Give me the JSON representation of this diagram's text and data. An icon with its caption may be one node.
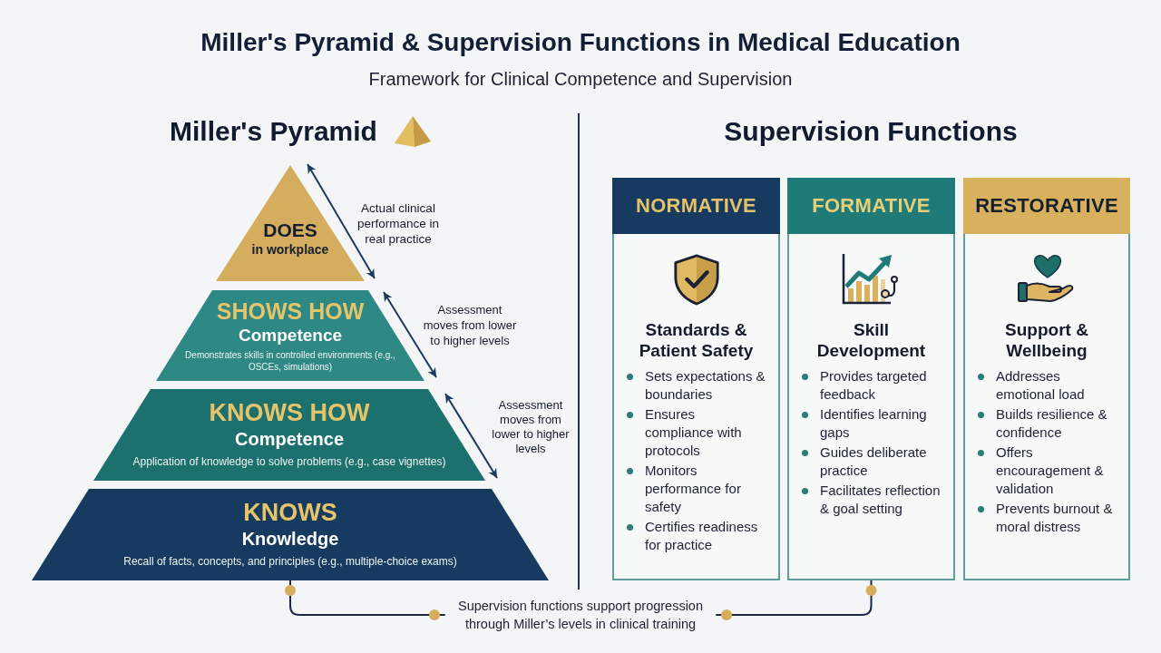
{
  "diagram": {
    "title": "Miller's Pyramid & Supervision Functions in Medical Education",
    "nodes": [
      {
        "text": [
          "DOES",
          "in workplace"
        ],
        "beside": [
          "Actual clinical performance in real practice"
        ]
      },
      {
        "text": [
          "SHOWS HOW",
          "Competence",
          "Demonstrates skills in controlled environments (e.g., OSCEs, simulations)"
        ],
        "beside": [
          "Assessment moves from lower to higher levels"
        ]
      },
      {
        "text": [
          "KNOWS HOW",
          "Competence",
          "Application of knowledge to solve problems (e.g., case vignettes)"
        ],
        "beside": [
          "Assessment moves from lower to higher levels"
        ]
      },
      {
        "text": [
          "KNOWS",
          "Knowledge",
          "Recall of facts, concepts, and principles (e.g., multiple-choice exams)"
        ]
      },
      {
        "text": [
          "NORMATIVE",
          "Standards & Patient Safety",
          "Sets expectations & boundaries",
          "Ensures compliance with protocols",
          "Monitors performance for safety",
          "Certifies readiness for practice"
        ]
      },
      {
        "text": [
          "FORMATIVE",
          "Skill Development",
          "Provides targeted feedback",
          "Identifies learning gaps",
          "Guides deliberate practice",
          "Facilitates reflection & goal setting"
        ]
      },
      {
        "text": [
          "RESTORATIVE",
          "Support & Wellbeing",
          "Addresses emotional load",
          "Builds resilience & confidence",
          "Offers encouragement & validation",
          "Prevents burnout & moral distress"
        ]
      },
      {
        "text": [
          "Supervision functions support progression through Miller’s levels in clinical training"
        ]
      }
    ],
    "edges": [
      {
        "from": 3,
        "to": 7,
        "arrow": "other"
      },
      {
        "from": 7,
        "to": 5,
        "arrow": "other"
      }
    ],
    "labels": [
      "Framework for Clinical Competence and Supervision",
      "Miller's Pyramid",
      "Supervision Functions"
    ]
  }
}
